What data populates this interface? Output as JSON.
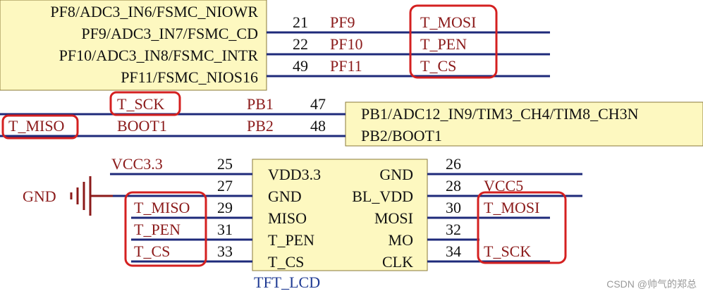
{
  "mcu": {
    "top_pins": [
      {
        "label": "PF8/ADC3_IN6/FSMC_NIOWR"
      },
      {
        "label": "PF9/ADC3_IN7/FSMC_CD",
        "num": "21",
        "net": "PF9",
        "tag": "T_MOSI"
      },
      {
        "label": "PF10/ADC3_IN8/FSMC_INTR",
        "num": "22",
        "net": "PF10",
        "tag": "T_PEN"
      },
      {
        "label": "PF11/FSMC_NIOS16",
        "num": "49",
        "net": "PF11",
        "tag": "T_CS"
      }
    ],
    "mid_pins": [
      {
        "label": "PB1/ADC12_IN9/TIM3_CH4/TIM8_CH3N",
        "num": "47",
        "net": "PB1",
        "tag": "T_SCK"
      },
      {
        "label": "PB2/BOOT1",
        "num": "48",
        "net": "PB2",
        "tag": "T_MISO",
        "extra": "BOOT1"
      }
    ]
  },
  "tft": {
    "name": "TFT_LCD",
    "left_pins": [
      {
        "num": "25",
        "pin": "VDD3.3",
        "net": "VCC3.3"
      },
      {
        "num": "27",
        "pin": "GND",
        "net": ""
      },
      {
        "num": "29",
        "pin": "MISO",
        "net": "T_MISO"
      },
      {
        "num": "31",
        "pin": "T_PEN",
        "net": "T_PEN"
      },
      {
        "num": "33",
        "pin": "T_CS",
        "net": "T_CS"
      }
    ],
    "right_pins": [
      {
        "num": "26",
        "pin": "GND",
        "net": ""
      },
      {
        "num": "28",
        "pin": "BL_VDD",
        "net": "VCC5"
      },
      {
        "num": "30",
        "pin": "MOSI",
        "net": "T_MOSI"
      },
      {
        "num": "32",
        "pin": "MO",
        "net": ""
      },
      {
        "num": "34",
        "pin": "CLK",
        "net": "T_SCK"
      }
    ],
    "gnd_label": "GND"
  },
  "watermark": "CSDN @帅气的郑总",
  "colors": {
    "ic_fill": "#fdf8c0",
    "ic_border": "#8a7a3a",
    "wire": "#1e2a7a",
    "highlight": "#d42020",
    "net": "#8b1a1a",
    "title": "#1f3a93"
  }
}
